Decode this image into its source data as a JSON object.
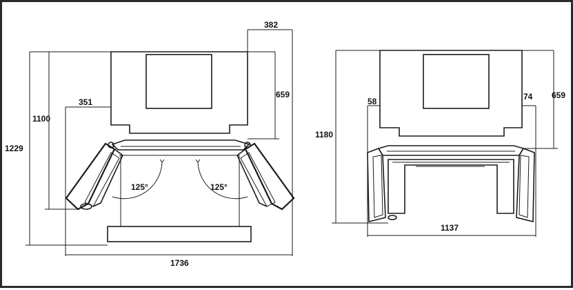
{
  "diagram": {
    "left_view": {
      "dimensions": {
        "depth_closed": "1100",
        "depth_open": "1229",
        "door_offset": "351",
        "top_offset": "382",
        "side_depth": "659",
        "overall_width": "1736",
        "angle_left": "125°",
        "angle_right": "125°"
      }
    },
    "right_view": {
      "dimensions": {
        "depth": "1180",
        "left_gap": "58",
        "right_gap": "74",
        "side_depth": "659",
        "overall_width": "1137"
      }
    }
  }
}
